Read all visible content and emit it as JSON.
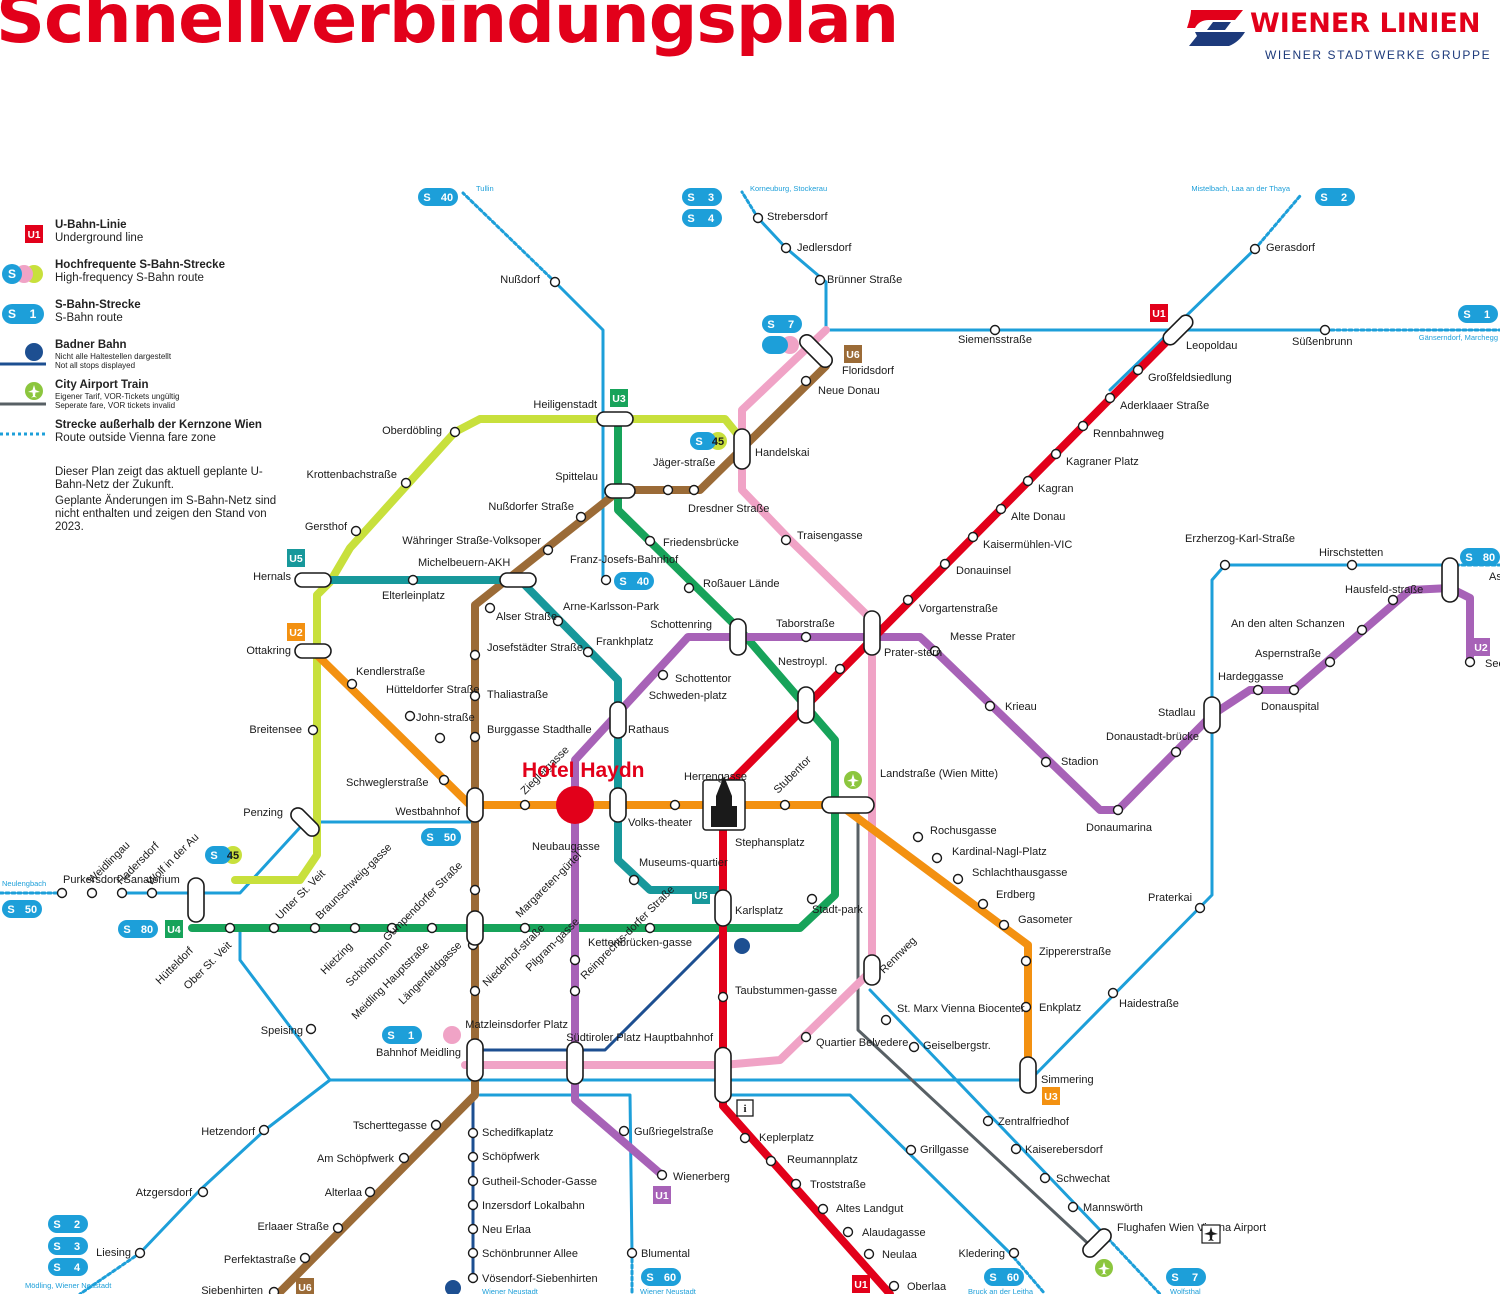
{
  "title": "Schnellverbindungsplan",
  "brand": {
    "name": "WIENER LINIEN",
    "subtitle": "WIENER STADTWERKE GRUPPE"
  },
  "colors": {
    "u1": "#e2001a",
    "u2": "#a762b7",
    "u3": "#f39111",
    "u4": "#17a35a",
    "u5": "#17989b",
    "u6": "#9b6b37",
    "sbahn": "#1d9fd9",
    "sbahn_hf": "#c8e03c",
    "sbahn_pink": "#f0a3c6",
    "badner": "#1d4f91",
    "cat": "#586065",
    "accent": "#e2001a"
  },
  "legend": [
    {
      "symbol": "u-square-icon",
      "title": "U-Bahn-Linie",
      "subtitle": "Underground line"
    },
    {
      "symbol": "s-bahn-hf-icon",
      "title": "Hochfrequente S-Bahn-Strecke",
      "subtitle": "High-frequency S-Bahn route"
    },
    {
      "symbol": "s-bahn-icon",
      "title": "S-Bahn-Strecke",
      "subtitle": "S-Bahn route"
    },
    {
      "symbol": "badner-bahn-icon",
      "title": "Badner Bahn",
      "note1": "Nicht alle Haltestellen dargestellt",
      "note2": "Not all stops displayed"
    },
    {
      "symbol": "airport-train-icon",
      "title": "City Airport Train",
      "note1": "Eigener Tarif, VOR-Tickets ungültig",
      "note2": "Seperate fare, VOR tickets invalid"
    },
    {
      "symbol": "outside-zone-icon",
      "title": "Strecke außerhalb der Kernzone Wien",
      "subtitle": "Route outside Vienna fare zone"
    }
  ],
  "notes": [
    "Dieser Plan zeigt das aktuell geplante U-Bahn-Netz der Zukunft.",
    "Geplante Änderungen im S-Bahn-Netz sind nicht enthalten und zeigen den Stand von 2023."
  ],
  "hotel": "Hotel Haydn",
  "line_badges": [
    "U1",
    "U1",
    "U2",
    "U2",
    "U3",
    "U3",
    "U4",
    "U5",
    "U5",
    "U6",
    "U6",
    "U1"
  ],
  "sbahn_badges": [
    "40",
    "3",
    "4",
    "2",
    "1",
    "7",
    "45",
    "40",
    "50",
    "45",
    "50",
    "80",
    "80",
    "1",
    "2",
    "3",
    "4",
    "60",
    "60",
    "7"
  ],
  "destinations": [
    "Tullin",
    "Korneuburg, Stockerau",
    "Mistelbach, Laa an der Thaya",
    "Gänserndorf, Marchegg",
    "Neulengbach",
    "Mödling, Wiener Neustadt",
    "Wiener Neustadt",
    "Wiener Neustadt",
    "Bruck an der Leitha",
    "Wolfsthal"
  ],
  "stations": [
    "Nußdorf",
    "Strebersdorf",
    "Jedlersdorf",
    "Brünner Straße",
    "Gerasdorf",
    "Siemensstraße",
    "Süßenbrunn",
    "Leopoldau",
    "Großfeldsiedlung",
    "Aderklaaer Straße",
    "Rennbahnweg",
    "Kagraner Platz",
    "Kagran",
    "Alte Donau",
    "Kaisermühlen-VIC",
    "Donauinsel",
    "Vorgartenstraße",
    "Floridsdorf",
    "Neue Donau",
    "Handelskai",
    "Heiligenstadt",
    "Oberdöbling",
    "Krottenbachstraße",
    "Gersthof",
    "Hernals",
    "Elterleinplatz",
    "Michelbeuern-AKH",
    "Währinger Straße-Volksoper",
    "Nußdorfer Straße",
    "Spittelau",
    "Jäger-straße",
    "Dresdner Straße",
    "Friedensbrücke",
    "Roßauer Lände",
    "Franz-Josefs-Bahnhof",
    "Alser Straße",
    "Arne-Karlsson-Park",
    "Frankhplatz",
    "Josefstädter Straße",
    "Thaliastraße",
    "Burggasse Stadthalle",
    "Schottenring",
    "Taborstraße",
    "Nestroypl.",
    "Prater-stern",
    "Messe Prater",
    "Krieau",
    "Stadion",
    "Donaumarina",
    "Donaustadt-brücke",
    "Stadlau",
    "Hardeggasse",
    "Donauspital",
    "Aspernstraße",
    "An den alten Schanzen",
    "Hausfeld-straße",
    "Hirschstetten",
    "Erzherzog-Karl-Straße",
    "Aspern",
    "Seestadt",
    "Traisengasse",
    "Ottakring",
    "Kendlerstraße",
    "Hütteldorfer Straße",
    "John-straße",
    "Breitensee",
    "Schweglerstraße",
    "Penzing",
    "Westbahnhof",
    "Zieglergasse",
    "Neubaugasse",
    "Herrengasse",
    "Stephansplatz",
    "Stubentor",
    "Landstraße (Wien Mitte)",
    "Schottentor",
    "Rathaus",
    "Volks-theater",
    "Museums-quartier",
    "Karlsplatz",
    "Stadt-park",
    "Schweden-platz",
    "Rochusgasse",
    "Kardinal-Nagl-Platz",
    "Schlachthausgasse",
    "Erdberg",
    "Gasometer",
    "Zippererstraße",
    "Enkplatz",
    "Simmering",
    "Praterkai",
    "Haidestraße",
    "Purkersdorf-Sanatorium",
    "Weidlingau",
    "Hadersdorf",
    "Wolf in der Au",
    "Hütteldorf",
    "Ober St. Veit",
    "Unter St. Veit",
    "Braunschweig-gasse",
    "Hietzing",
    "Schönbrunn",
    "Meidling Hauptstraße",
    "Längenfeldgasse",
    "Gumpendorfer Straße",
    "Margareten-gürtel",
    "Pilgram-gasse",
    "Kettenbrücken-gasse",
    "Niederhof-straße",
    "Reinprechts-dorfer Straße",
    "Taubstummen-gasse",
    "Rennweg",
    "St. Marx Vienna Biocenter",
    "Geiselbergstr.",
    "Speising",
    "Bahnhof Meidling",
    "Matzleinsdorfer Platz",
    "Südtiroler Platz Hauptbahnhof",
    "Quartier Belvedere",
    "Tscherttegasse",
    "Am Schöpfwerk",
    "Alterlaa",
    "Erlaaer Straße",
    "Perfektastraße",
    "Siebenhirten",
    "Hetzendorf",
    "Atzgersdorf",
    "Liesing",
    "Schedifkaplatz",
    "Schöpfwerk",
    "Gutheil-Schoder-Gasse",
    "Inzersdorf Lokalbahn",
    "Neu Erlaa",
    "Schönbrunner Allee",
    "Vösendorf-Siebenhirten",
    "Gußriegelstraße",
    "Wienerberg",
    "Blumental",
    "Keplerplatz",
    "Reumannplatz",
    "Troststraße",
    "Altes Landgut",
    "Alaudagasse",
    "Neulaa",
    "Oberlaa",
    "Grillgasse",
    "Zentralfriedhof",
    "Kaiserebersdorf",
    "Schwechat",
    "Mannswörth",
    "Flughafen Wien Vienna Airport",
    "Kledering"
  ]
}
